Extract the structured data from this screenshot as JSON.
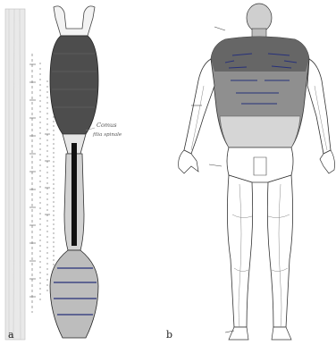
{
  "panels": [
    {
      "letter": "a"
    },
    {
      "letter": "b"
    }
  ],
  "cord_annotation": {
    "line1": "Comus",
    "line2": "filia spinale"
  },
  "colors": {
    "ink": "#2a2a2a",
    "dark_fill": "#4d4d4d",
    "mid_fill": "#8a8a8a",
    "light_fill": "#cfcfcf",
    "line_blue": "#26307a",
    "annotation": "#b89060"
  }
}
